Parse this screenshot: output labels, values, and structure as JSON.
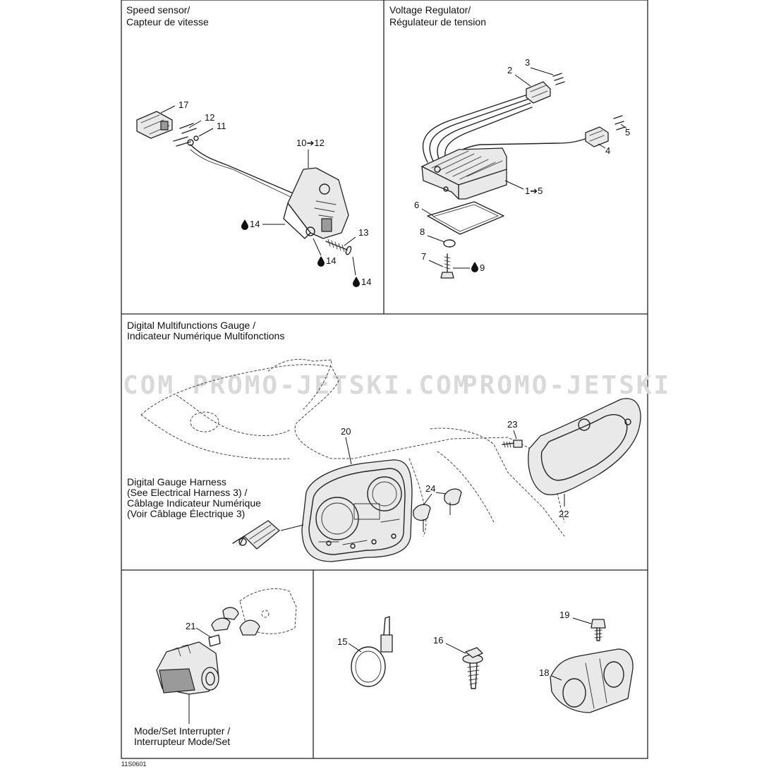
{
  "sections": {
    "speed_sensor": {
      "title_en": "Speed sensor/",
      "title_fr": "Capteur de vitesse"
    },
    "voltage_regulator": {
      "title_en": "Voltage Regulator/",
      "title_fr": "Régulateur de tension"
    },
    "digital_gauge": {
      "title_en": "Digital Multifunctions Gauge /",
      "title_fr": "Indicateur Numérique Multifonctions"
    },
    "harness_note": {
      "line1": "Digital Gauge Harness",
      "line2": "(See Electrical Harness 3) /",
      "line3": "Câblage Indicateur Numérique",
      "line4": "(Voir Câblage Électrique 3)"
    },
    "mode_switch": {
      "title_en": "Mode/Set Interrupter /",
      "title_fr": "Interrupteur Mode/Set"
    }
  },
  "watermark": {
    "left": "COM  PROMO-JETSKI.COM",
    "right": "PROMO-JETSKI"
  },
  "callouts": {
    "c17": "17",
    "c12": "12",
    "c11": "11",
    "c10_12": "10➔12",
    "c14a": "14",
    "c13": "13",
    "c14b": "14",
    "c14c": "14",
    "c3": "3",
    "c2": "2",
    "c5": "5",
    "c4": "4",
    "c1_5": "1➔5",
    "c6": "6",
    "c8": "8",
    "c7": "7",
    "c9": "9",
    "c20": "20",
    "c23": "23",
    "c24": "24",
    "c22": "22",
    "c21": "21",
    "c15": "15",
    "c16": "16",
    "c19": "19",
    "c18": "18"
  },
  "footer": {
    "drawing_id": "11S0601"
  },
  "icons": {
    "lubricant": "oil-drop-icon"
  }
}
